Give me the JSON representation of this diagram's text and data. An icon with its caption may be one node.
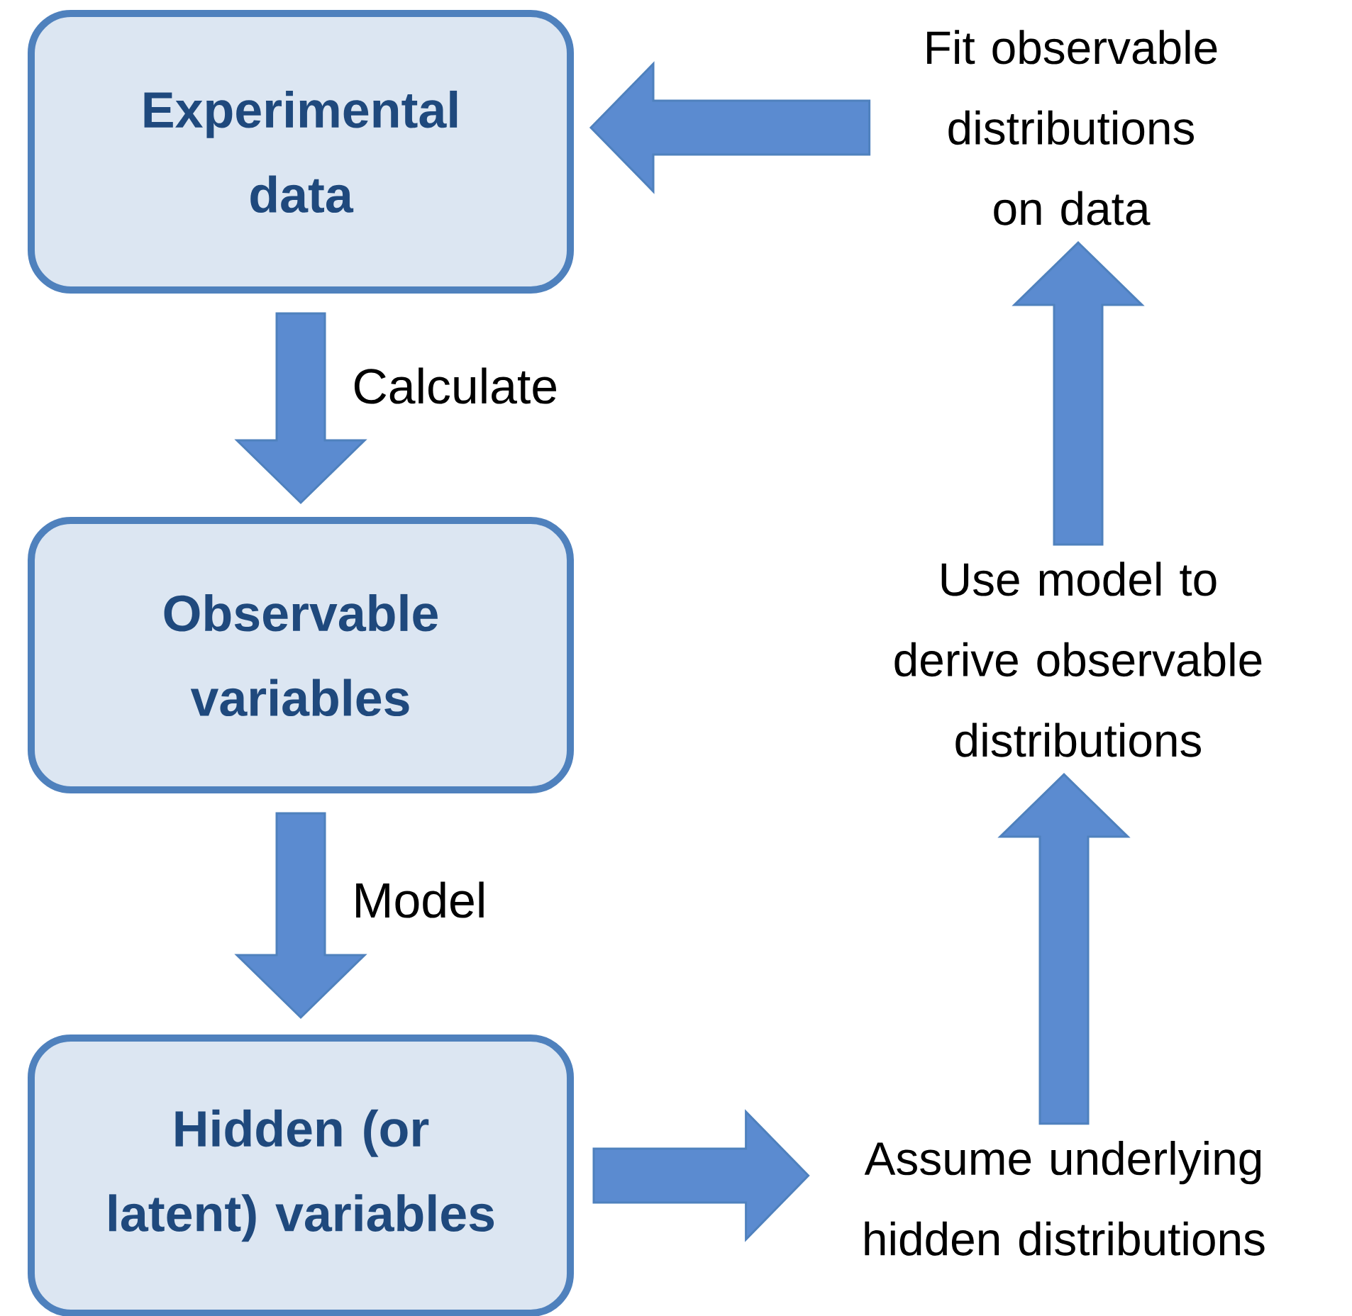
{
  "diagram": {
    "nodes": [
      {
        "text": [
          "Experimental data"
        ]
      },
      {
        "text": [
          "Observable variables"
        ]
      },
      {
        "text": [
          "Hidden (or latent) variables"
        ]
      },
      {
        "text": [
          "Fit observable distributions on data"
        ]
      },
      {
        "text": [
          "Use model to derive observable distributions"
        ]
      },
      {
        "text": [
          "Assume underlying hidden distributions"
        ]
      }
    ],
    "edges": [
      {
        "from": 0,
        "to": 1,
        "arrow": "to",
        "label": "Calculate"
      },
      {
        "from": 1,
        "to": 2,
        "arrow": "to",
        "label": "Model"
      },
      {
        "from": 2,
        "to": 5,
        "arrow": "to"
      },
      {
        "from": 5,
        "to": 4,
        "arrow": "to"
      },
      {
        "from": 4,
        "to": 3,
        "arrow": "to"
      },
      {
        "from": 3,
        "to": 0,
        "arrow": "to"
      }
    ]
  }
}
